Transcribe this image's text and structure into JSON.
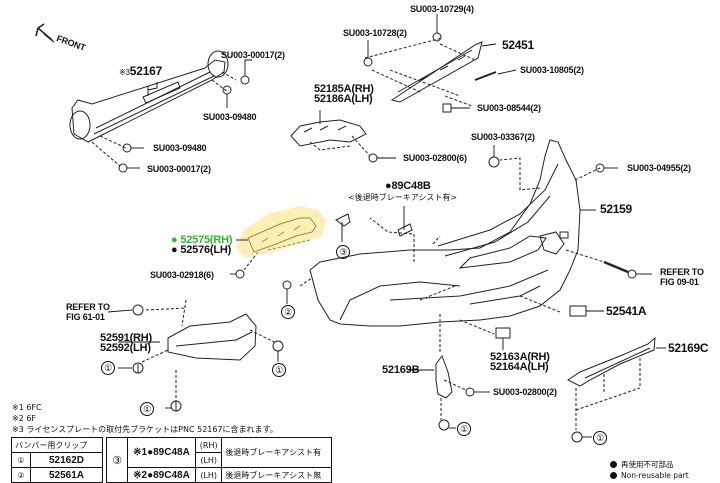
{
  "diagram": {
    "front_label": "FRONT",
    "highlight_color": "#f7e27a",
    "highlight_text_color": "#2bb82b",
    "parts": {
      "reinforcement": {
        "prefix": "※3",
        "number": "52167"
      },
      "bolt_top_right_52167": "SU003-00017(2)",
      "nut_right_52167": "SU003-09480",
      "nut_left_52167": "SU003-09480",
      "bolt_bottom_52167": "SU003-00017(2)",
      "nut_top_plate": "SU003-10729(4)",
      "bolt_plate_left": "SU003-10728(2)",
      "plate": "52451",
      "bolt_plate_right": "SU003-10805(2)",
      "clip_plate": "SU003-08544(2)",
      "retainer_rh": "52185A(RH)",
      "retainer_lh": "52186A(LH)",
      "screw_retainer": "SU003-02800(6)",
      "clip_upper_right": "SU003-03367(2)",
      "screw_right": "SU003-04955(2)",
      "bumper_cover": "52159",
      "sensor_part": "●89C48B",
      "sensor_note": "<後退時ブレーキアシスト有>",
      "side_bracket_rh": "52575(RH)",
      "side_bracket_lh": "52576(LH)",
      "screw_side_bracket": "SU003-02918(6)",
      "refer_right_line1": "REFER TO",
      "refer_right_line2": "FIG 09-01",
      "reflector": "52541A",
      "refer_left_line1": "REFER TO",
      "refer_left_line2": "FIG 61-01",
      "bracket_lower_rh": "52591(RH)",
      "bracket_lower_lh": "52592(LH)",
      "lower_cover_rh": "52163A(RH)",
      "lower_cover_lh": "52164A(LH)",
      "spacer_center": "52169B",
      "spacer_right": "52169C",
      "screw_spacer": "SU003-02800(2)"
    },
    "callouts": {
      "one": "①",
      "two": "②",
      "three": "③"
    }
  },
  "notes": [
    "※1 6FC",
    "※2 6F",
    "※3 ライセンスプレートの取付先ブラケットはPNC 52167に含まれます。"
  ],
  "clip_table": {
    "header": "バンパー用クリップ",
    "rows": [
      {
        "ref": "①",
        "pnc": "52162D"
      },
      {
        "ref": "②",
        "pnc": "52561A"
      }
    ]
  },
  "sensor_table": {
    "ref": "③",
    "rows": [
      {
        "pnc": "※1●89C48A",
        "side": "(RH)",
        "desc": "後退時ブレーキアシスト有"
      },
      {
        "pnc": "",
        "side": "(LH)",
        "desc": ""
      },
      {
        "pnc": "※2●89C48A",
        "side": "(LH)",
        "desc": "後退時ブレーキアシスト無"
      }
    ]
  },
  "legend": {
    "jp": "再使用不可部品",
    "en": "Non-reusable part"
  }
}
